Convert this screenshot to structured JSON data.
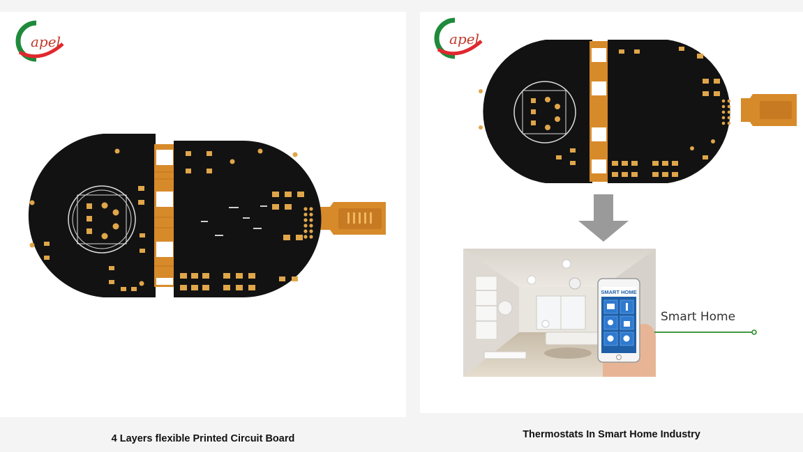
{
  "brand": {
    "logo_text": "apel",
    "colors": {
      "red": "#e0282e",
      "green": "#1f8a3b"
    }
  },
  "left_panel": {
    "caption": "4 Layers flexible Printed Circuit Board",
    "board_colors": {
      "solder_mask": "#111111",
      "flex_polyimide": "#d78a2a",
      "pad_gold": "#e0a64a"
    }
  },
  "right_panel": {
    "caption": "Thermostats In Smart Home Industry",
    "callout_label": "Smart Home",
    "callout_color": "#2a8a2a",
    "phone_screen": {
      "title": "SMART HOME",
      "app_tiles": [
        "tv-icon",
        "thermometer-icon",
        "bulb-icon",
        "lock-icon",
        "fan-icon",
        "power-icon"
      ]
    },
    "arrow_color": "#9a9a9a"
  }
}
